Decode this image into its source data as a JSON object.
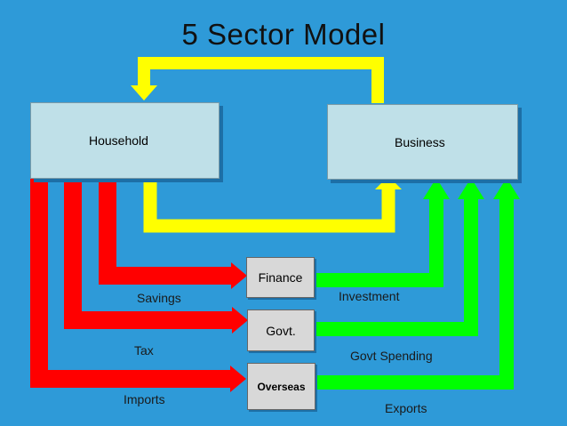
{
  "diagram": {
    "title": "5 Sector Model",
    "household": "Household",
    "business": "Business",
    "finance": "Finance",
    "govt": "Govt.",
    "overseas": "Overseas",
    "flow_labels": {
      "savings": "Savings",
      "tax": "Tax",
      "imports": "Imports",
      "investment": "Investment",
      "govt_spending": "Govt Spending",
      "exports": "Exports"
    },
    "colors": {
      "background": "#2e9ad8",
      "yellow": "#ffff00",
      "red": "#ff0000",
      "green": "#00ff00",
      "box": "#bfe0e8"
    }
  }
}
